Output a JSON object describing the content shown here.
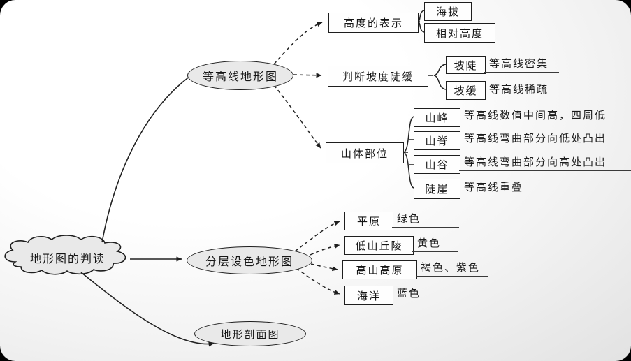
{
  "root": {
    "label": "地形图的判读"
  },
  "branches": {
    "contour": {
      "label": "等高线地形图"
    },
    "layer": {
      "label": "分层设色地形图"
    },
    "profile": {
      "label": "地形剖面图"
    }
  },
  "contour_children": {
    "height": {
      "label": "高度的表示"
    },
    "altitude": {
      "label": "海拔"
    },
    "relative": {
      "label": "相对高度"
    },
    "slope": {
      "label": "判断坡度陡缓"
    },
    "steep": {
      "label": "坡陡",
      "note": "等高线密集"
    },
    "gentle": {
      "label": "坡缓",
      "note": "等高线稀疏"
    },
    "body": {
      "label": "山体部位"
    },
    "peak": {
      "label": "山峰",
      "note": "等高线数值中间高，四周低"
    },
    "ridge": {
      "label": "山脊",
      "note": "等高线弯曲部分向低处凸出"
    },
    "valley": {
      "label": "山谷",
      "note": "等高线弯曲部分向高处凸出"
    },
    "cliff": {
      "label": "陡崖",
      "note": "等高线重叠"
    }
  },
  "layer_children": {
    "plain": {
      "label": "平原",
      "note": "绿色"
    },
    "hills": {
      "label": "低山丘陵",
      "note": "黄色"
    },
    "high_mountain": {
      "label": "高山高原",
      "note": "褐色、紫色"
    },
    "ocean": {
      "label": "海洋",
      "note": "蓝色"
    }
  },
  "colors": {
    "background": "#000000",
    "card": "#ffffff",
    "node_fill": "#e9e9e9",
    "box_fill": "#fefefe",
    "stroke": "#1e1e1e"
  }
}
